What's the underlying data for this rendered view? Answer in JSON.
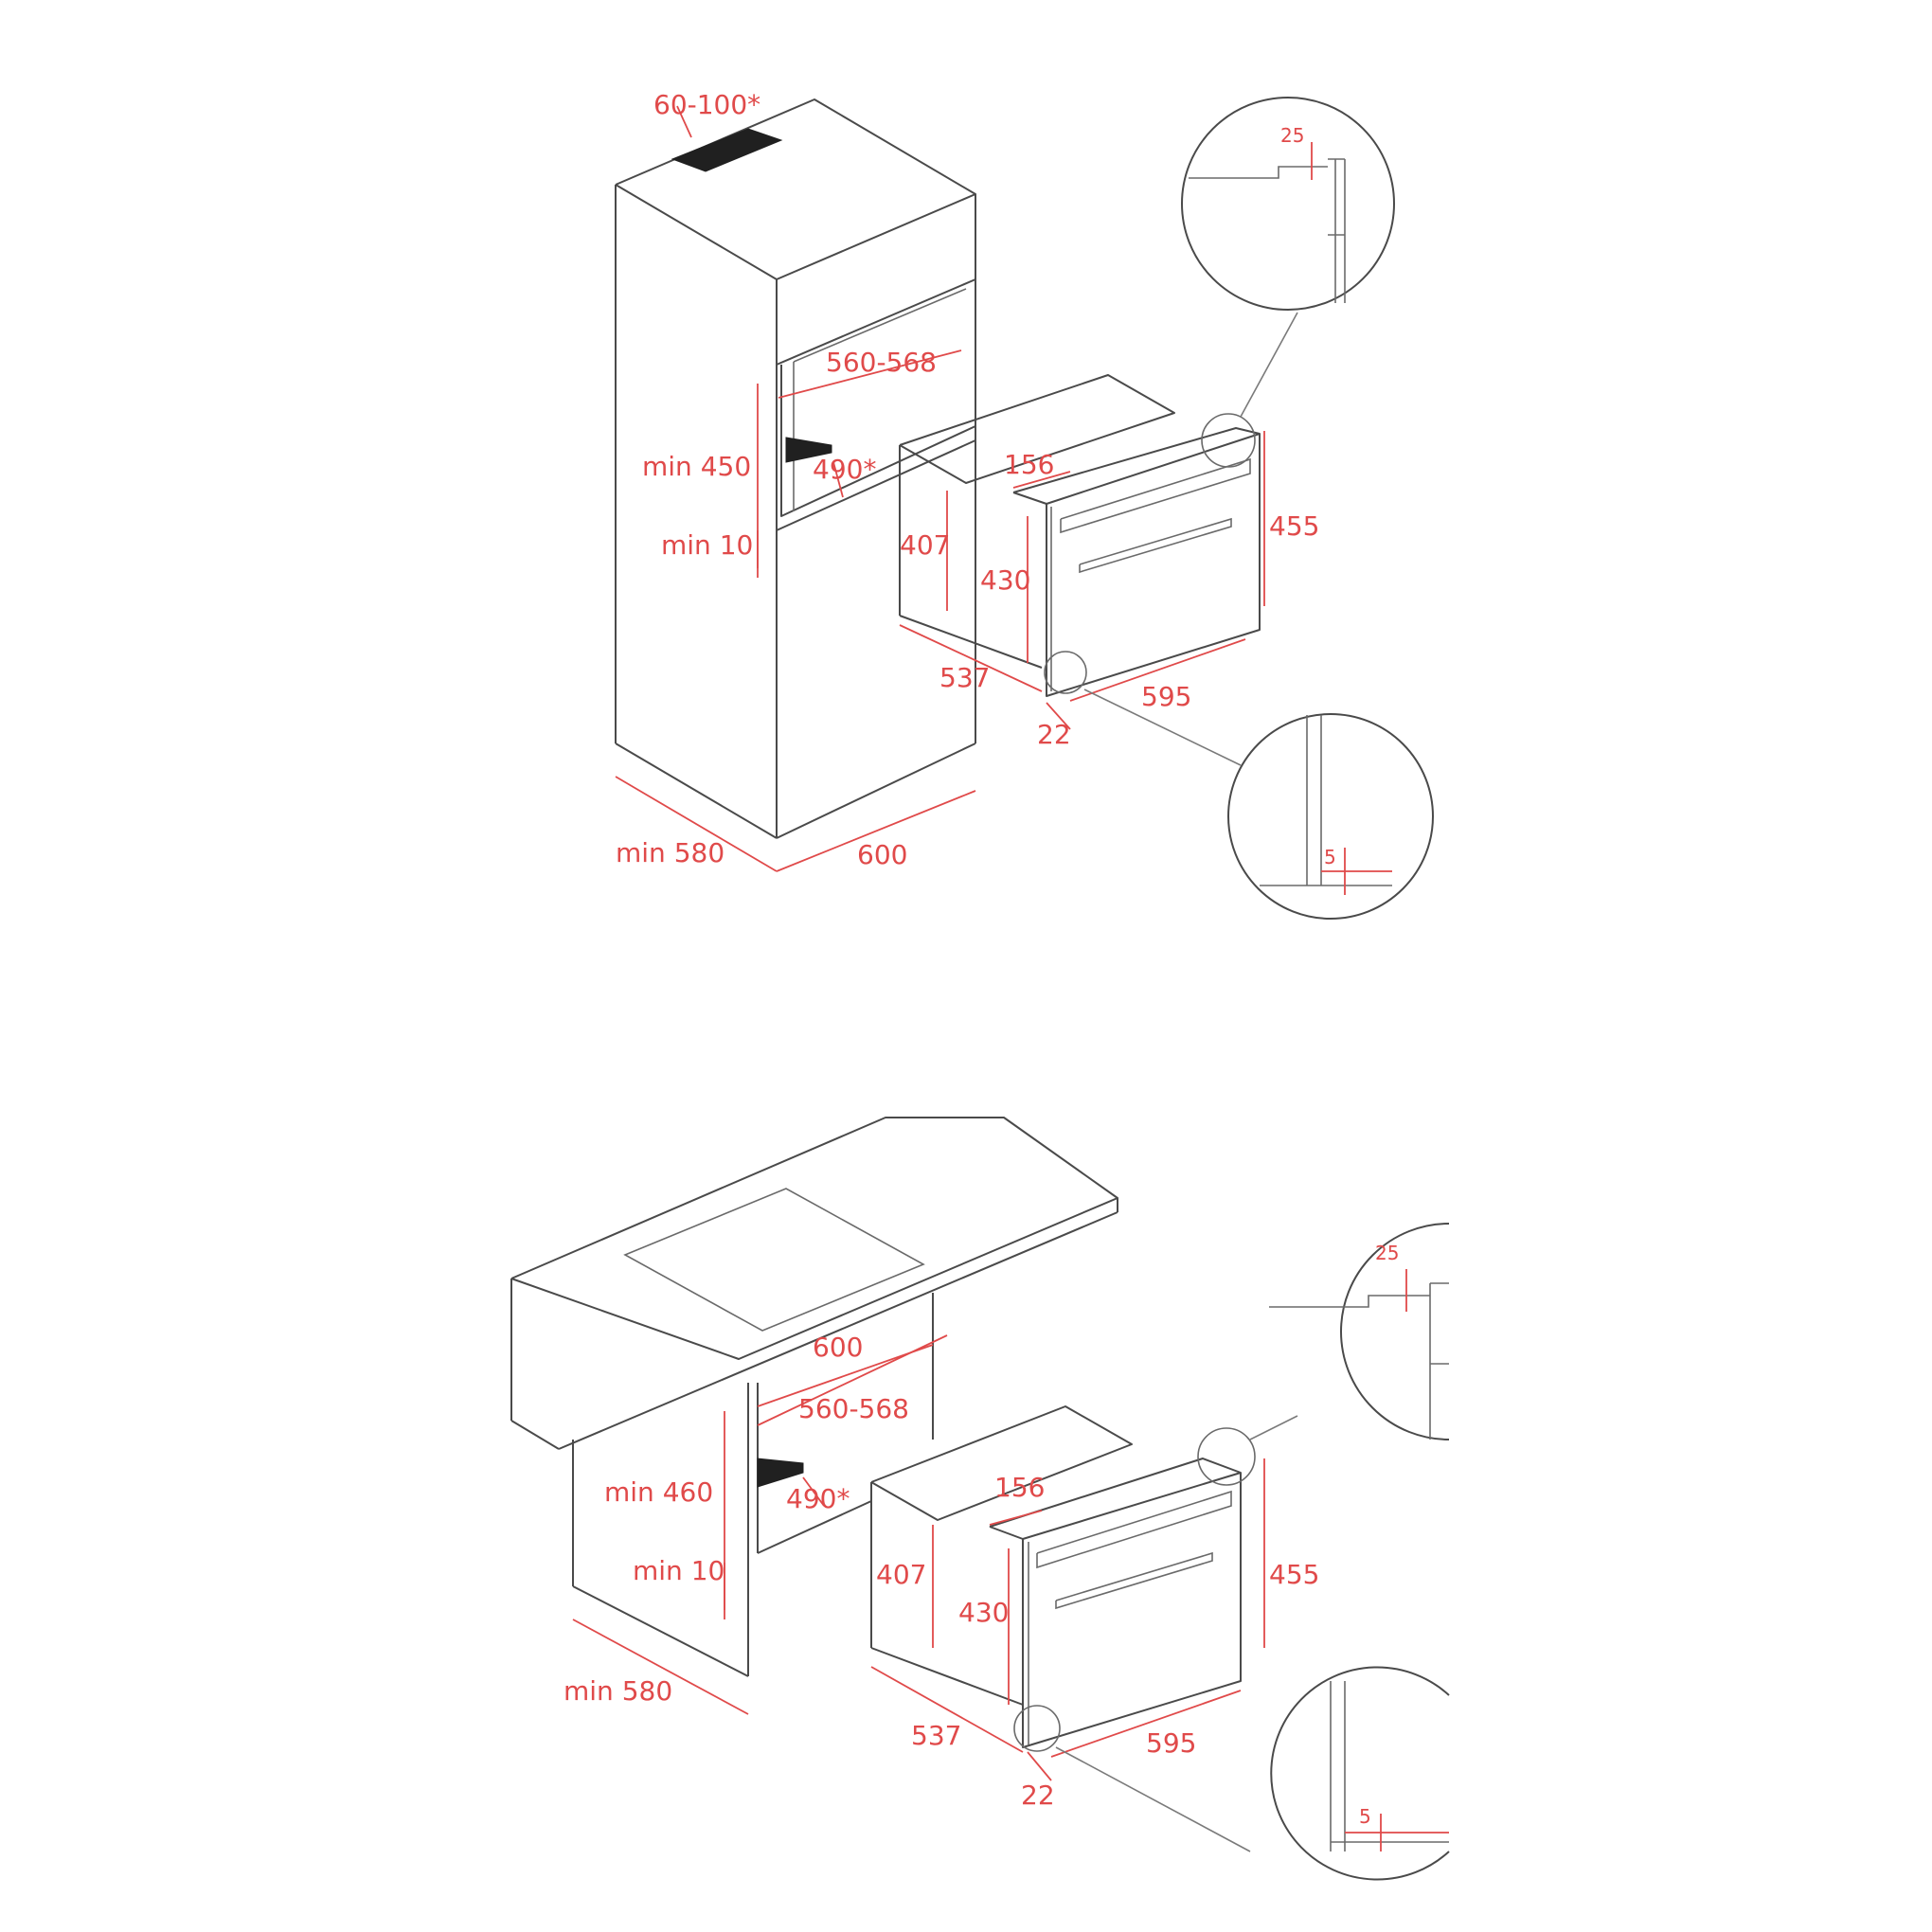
{
  "colors": {
    "dimension": "#e04a4a",
    "outline": "#4a4a4a",
    "vent": "#202020",
    "background": "#ffffff"
  },
  "tall_unit": {
    "labels": {
      "vent_top": "60-100*",
      "niche_width": "560-568",
      "niche_height": "min 450",
      "vent_depth": "490*",
      "min_gap": "min 10",
      "cabinet_depth": "min 580",
      "cabinet_width": "600",
      "oven_body_height": "407",
      "oven_front_height": "430",
      "oven_total_height": "455",
      "oven_top_offset": "156",
      "oven_depth": "537",
      "oven_width": "595",
      "front_offset": "22"
    },
    "detail_top": {
      "label": "25"
    },
    "detail_bottom": {
      "label": "5"
    }
  },
  "undercounter_unit": {
    "labels": {
      "counter_width": "600",
      "niche_width": "560-568",
      "niche_height": "min 460",
      "vent_depth": "490*",
      "min_gap": "min 10",
      "cabinet_depth": "min 580",
      "oven_body_height": "407",
      "oven_front_height": "430",
      "oven_total_height": "455",
      "oven_top_offset": "156",
      "oven_depth": "537",
      "oven_width": "595",
      "front_offset": "22"
    },
    "detail_top": {
      "label": "25"
    },
    "detail_bottom": {
      "label": "5"
    }
  }
}
